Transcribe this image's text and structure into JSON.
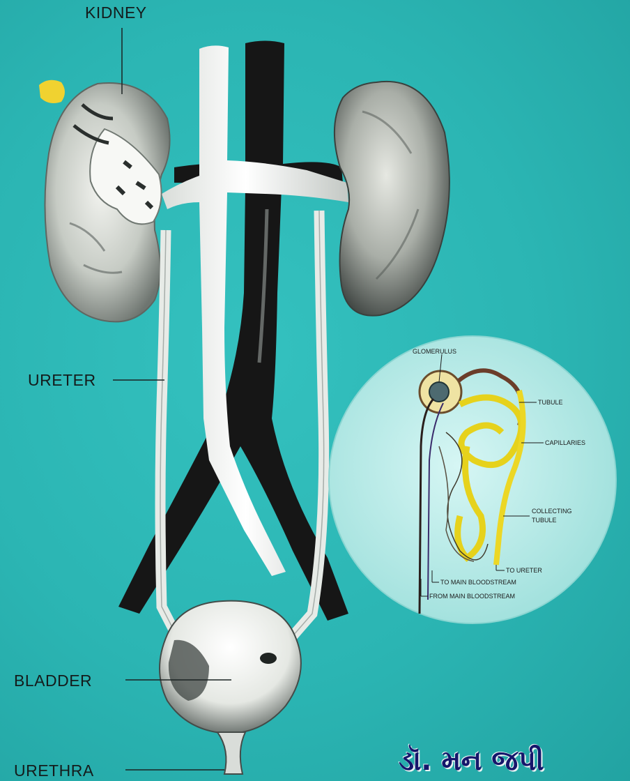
{
  "labels": {
    "kidney": "KIDNEY",
    "ureter": "URETER",
    "bladder": "BLADDER",
    "urethra": "URETHRA"
  },
  "inset": {
    "glomerulus": "GLOMERULUS",
    "tubule": "TUBULE",
    "capillaries": "CAPILLARIES",
    "collecting_tubule_line1": "COLLECTING",
    "collecting_tubule_line2": "TUBULE",
    "to_ureter": "TO URETER",
    "to_main_bloodstream": "TO MAIN BLOODSTREAM",
    "from_main_bloodstream": "FROM MAIN BLOODSTREAM"
  },
  "author": "ડૉ. મન જપી",
  "colors": {
    "background": "#2bb5b3",
    "vein": "#f1f4f2",
    "artery": "#161616",
    "kidney": "#c9cdc7",
    "inset_circle": "#b9ecea",
    "tubule_yellow": "#e6d21c",
    "author_text": "#15166b"
  }
}
